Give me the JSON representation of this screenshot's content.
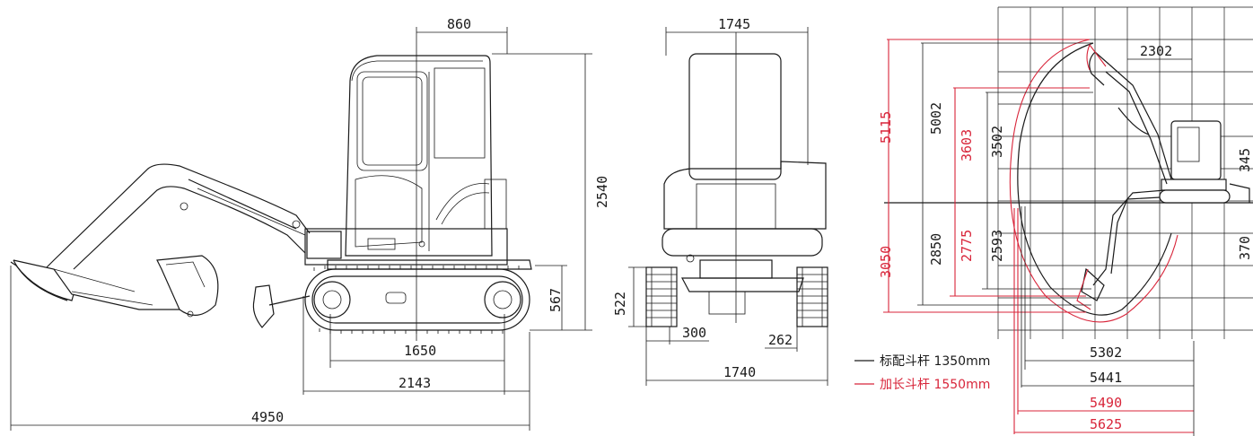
{
  "side_view": {
    "dim_top": "860",
    "dim_height": "2540",
    "dim_clearance": "567",
    "dim_tumbler": "1650",
    "dim_track_length": "2143",
    "dim_overall_length": "4950"
  },
  "front_view": {
    "dim_width_top": "1745",
    "dim_track_height": "522",
    "dim_track_width_left": "300",
    "dim_track_width_right": "262",
    "dim_width_bottom": "1740"
  },
  "working_range": {
    "dim_top_offset": "2302",
    "dim_max_height_red": "5115",
    "dim_max_height_black": "5002",
    "dim_dump_height_red": "3603",
    "dim_dump_height_black": "3502",
    "dim_depth_red": "3050",
    "dim_depth_black": "2850",
    "dim_vertical_wall_red": "2775",
    "dim_vertical_wall_black": "2593",
    "dim_right_top": "345",
    "dim_right_bottom": "370",
    "dim_reach_black_1": "5302",
    "dim_reach_black_2": "5441",
    "dim_reach_red_1": "5490",
    "dim_reach_red_2": "5625",
    "legend": [
      {
        "label": "标配斗杆 1350mm",
        "color": "#1a1a1a"
      },
      {
        "label": "加长斗杆 1550mm",
        "color": "#d8253a"
      }
    ]
  }
}
